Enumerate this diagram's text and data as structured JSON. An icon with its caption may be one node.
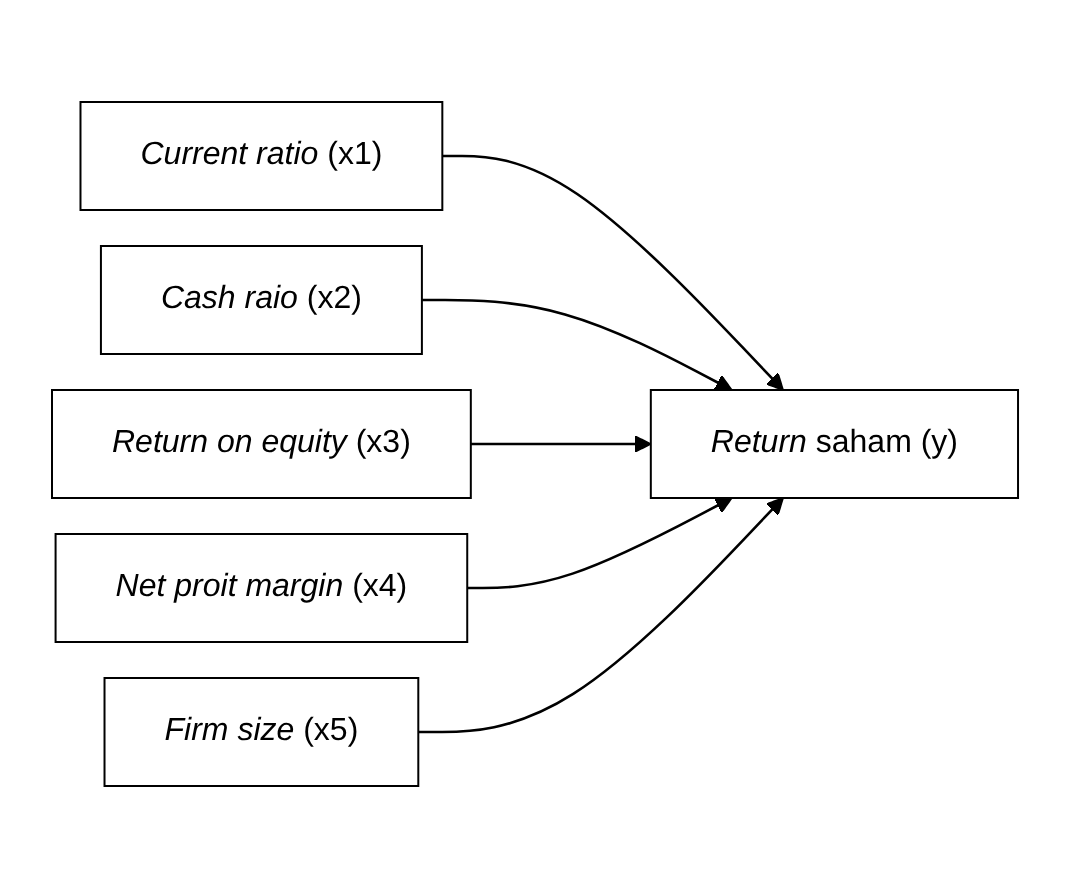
{
  "diagram": {
    "nodes": [
      {
        "text": [
          "*Current ratio* (x1)"
        ]
      },
      {
        "text": [
          "*Cash raio* (x2)"
        ]
      },
      {
        "text": [
          "*Return on equity* (x3)"
        ]
      },
      {
        "text": [
          "*Net proit margin* (x4)"
        ]
      },
      {
        "text": [
          "*Firm size* (x5)"
        ]
      },
      {
        "text": [
          "*Return* saham (y)"
        ]
      }
    ],
    "edges": [
      {
        "from": 0,
        "to": 5,
        "arrow": "to"
      },
      {
        "from": 1,
        "to": 5,
        "arrow": "to"
      },
      {
        "from": 2,
        "to": 5,
        "arrow": "to"
      },
      {
        "from": 3,
        "to": 5,
        "arrow": "to"
      },
      {
        "from": 4,
        "to": 5,
        "arrow": "to"
      }
    ]
  }
}
